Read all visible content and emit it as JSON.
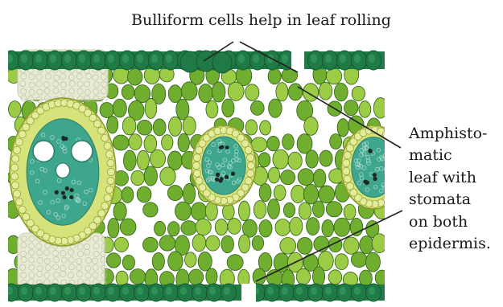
{
  "labels": {
    "top": "Bulliform cells help in leaf rolling",
    "side_lines": [
      "Amphisto-",
      "matic",
      "leaf with",
      "stomata",
      "on both",
      "epidermis."
    ]
  },
  "illustration": {
    "type": "leaf transverse section",
    "colors": {
      "epidermis": "#1f7a45",
      "epidermis_highlight": "#3aa063",
      "mesophyll_fill": "#6fae2f",
      "mesophyll_light": "#9ccc45",
      "mesophyll_stroke": "#2f5e14",
      "bundle_sheath": "#d6e27a",
      "bundle_sheath_stroke": "#8a9a2a",
      "vascular_core": "#3ea68c",
      "sclerenchyma": "#e8ead4",
      "air_space": "#ffffff",
      "pointer_line": "#222222"
    }
  }
}
